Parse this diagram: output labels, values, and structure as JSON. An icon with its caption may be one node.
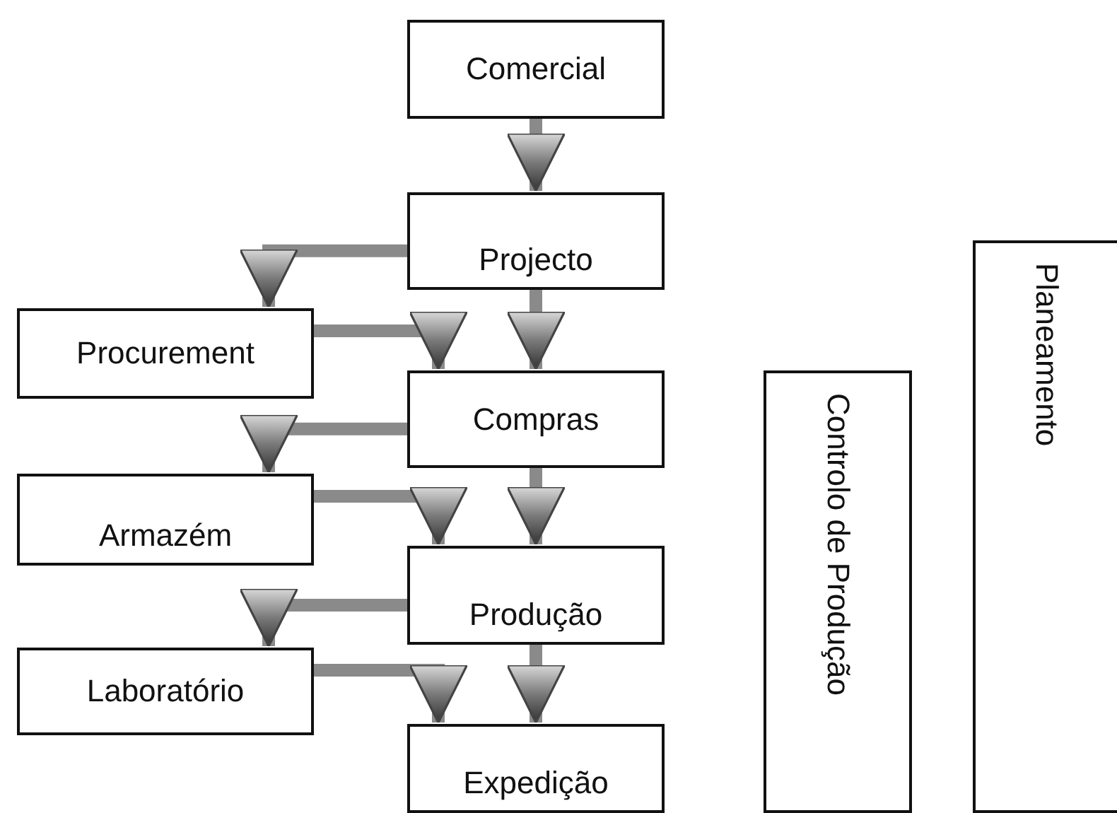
{
  "diagram": {
    "nodes": [
      {
        "text": [
          "Comercial"
        ]
      },
      {
        "text": [
          "Projecto"
        ]
      },
      {
        "text": [
          "Procurement"
        ]
      },
      {
        "text": [
          "Compras"
        ]
      },
      {
        "text": [
          "Armazém"
        ]
      },
      {
        "text": [
          "Produção"
        ]
      },
      {
        "text": [
          "Laboratório"
        ]
      },
      {
        "text": [
          "Expedição"
        ]
      },
      {
        "text": [
          "Controlo de Produção"
        ]
      },
      {
        "text": [
          "Planeamento"
        ]
      }
    ],
    "edges": [
      {
        "from": 0,
        "to": 1,
        "arrow": "to"
      },
      {
        "from": 1,
        "to": 2,
        "arrow": "to"
      },
      {
        "from": 2,
        "to": 3,
        "arrow": "to"
      },
      {
        "from": 1,
        "to": 3,
        "arrow": "to"
      },
      {
        "from": 3,
        "to": 4,
        "arrow": "to"
      },
      {
        "from": 4,
        "to": 5,
        "arrow": "to"
      },
      {
        "from": 3,
        "to": 5,
        "arrow": "to"
      },
      {
        "from": 5,
        "to": 6,
        "arrow": "to"
      },
      {
        "from": 6,
        "to": 7,
        "arrow": "to"
      },
      {
        "from": 5,
        "to": 7,
        "arrow": "to"
      }
    ]
  }
}
